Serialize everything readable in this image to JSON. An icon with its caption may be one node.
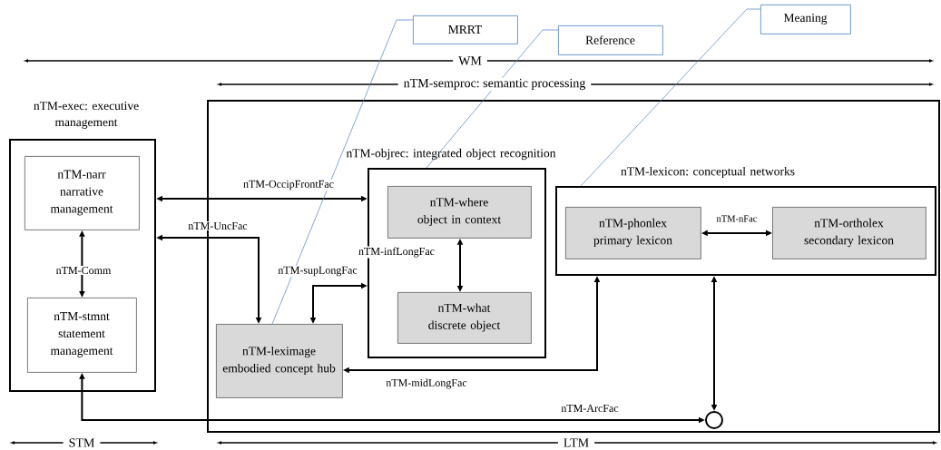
{
  "diagram": {
    "nodes": [
      {
        "text": [
          "nTM-exec: executive management"
        ]
      },
      {
        "text": [
          "nTM-narr",
          "narrative management"
        ],
        "in": 0
      },
      {
        "text": [
          "nTM-stmnt",
          "statement management"
        ],
        "in": 0
      },
      {
        "text": [],
        "shape": "box"
      },
      {
        "text": [
          "nTM-objrec: integrated object recognition"
        ],
        "in": 3
      },
      {
        "text": [
          "nTM-where",
          "object in context"
        ],
        "in": 4
      },
      {
        "text": [
          "nTM-what",
          "discrete object"
        ],
        "in": 4
      },
      {
        "text": [
          "nTM-leximage",
          "embodied concept hub"
        ],
        "in": 3
      },
      {
        "text": [
          "nTM-lexicon: conceptual networks"
        ],
        "in": 3
      },
      {
        "text": [
          "nTM-phonlex",
          "primary lexicon"
        ],
        "in": 8
      },
      {
        "text": [
          "nTM-ortholex",
          "secondary lexicon"
        ],
        "in": 8
      },
      {
        "text": [],
        "shape": "circle",
        "in": 3
      },
      {
        "text": [
          "MRRT"
        ]
      },
      {
        "text": [
          "Reference"
        ]
      },
      {
        "text": [
          "Meaning"
        ]
      }
    ],
    "edges": [
      {
        "from": 1,
        "to": 2,
        "arrow": "both",
        "label": "nTM-Comm"
      },
      {
        "from": 0,
        "to": 4,
        "arrow": "both",
        "label": "nTM-OccipFrontFac"
      },
      {
        "from": 0,
        "to": 7,
        "arrow": "both",
        "label": "nTM-UncFac"
      },
      {
        "from": 7,
        "to": 4,
        "arrow": "both",
        "label": "nTM-supLongFac"
      },
      {
        "from": 5,
        "to": 6,
        "arrow": "both",
        "label": "nTM-infLongFac"
      },
      {
        "from": 7,
        "to": 8,
        "arrow": "both",
        "label": "nTM-midLongFac"
      },
      {
        "from": 9,
        "to": 10,
        "arrow": "both",
        "label": "nTM-nFac"
      },
      {
        "from": 2,
        "to": 11,
        "arrow": "both",
        "label": "nTM-ArcFac"
      },
      {
        "from": 8,
        "to": 11,
        "arrow": "both"
      },
      {
        "from": 12,
        "to": 7,
        "arrow": "none",
        "color": "#4f81bd"
      },
      {
        "from": 13,
        "to": 4,
        "arrow": "none",
        "color": "#4f81bd"
      },
      {
        "from": 14,
        "to": 8,
        "arrow": "none",
        "color": "#4f81bd"
      }
    ],
    "labels": [
      "WM",
      "nTM-semproc: semantic processing",
      "STM",
      "LTM"
    ]
  }
}
